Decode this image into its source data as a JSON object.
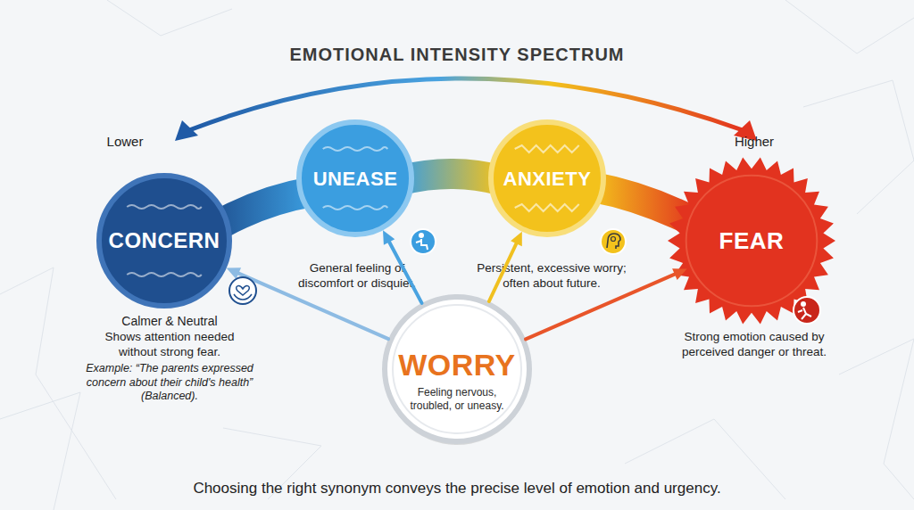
{
  "diagram": {
    "title": "EMOTIONAL INTENSITY SPECTRUM",
    "caption": "Choosing the right synonym conveys the precise level of emotion and urgency.",
    "nodes": [
      {
        "text": [
          "CONCERN",
          "Calmer & Neutral",
          "Shows attention needed without strong fear.",
          "Example: “The parents expressed concern about their child's health” (Balanced)."
        ]
      },
      {
        "text": [
          "UNEASE",
          "General feeling of discomfort or disquiet."
        ]
      },
      {
        "text": [
          "ANXIETY",
          "Persistent, excessive worry; often about future."
        ]
      },
      {
        "text": [
          "FEAR",
          "Strong emotion caused by perceived danger or threat."
        ]
      },
      {
        "text": [
          "WORRY",
          "Feeling nervous, troubled, or uneasy."
        ]
      }
    ],
    "edges": [
      {
        "from": 4,
        "to": 0,
        "arrow": "to"
      },
      {
        "from": 4,
        "to": 1,
        "arrow": "to"
      },
      {
        "from": 4,
        "to": 2,
        "arrow": "to"
      },
      {
        "from": 4,
        "to": 3,
        "arrow": "to"
      }
    ],
    "labels": [
      "Lower",
      "Higher"
    ]
  }
}
